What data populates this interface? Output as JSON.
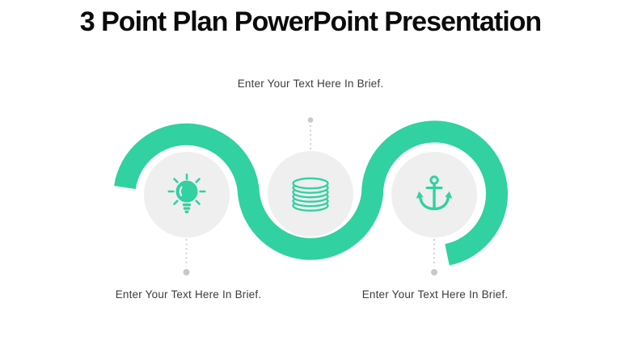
{
  "slide": {
    "title": "3 Point Plan PowerPoint Presentation",
    "colors": {
      "accent": "#31d1a1",
      "circle_bg": "#efefef",
      "dot_color": "#c9c9c9",
      "title_color": "#0b0b0b",
      "label_color": "#3d3d3d"
    },
    "points": [
      {
        "id": 1,
        "icon": "lightbulb-icon",
        "label": "Enter Your Text Here In Brief.",
        "label_position": "bottom-left"
      },
      {
        "id": 2,
        "icon": "coins-icon",
        "label": "Enter Your Text Here In Brief.",
        "label_position": "top-center"
      },
      {
        "id": 3,
        "icon": "anchor-icon",
        "label": "Enter Your Text Here In Brief.",
        "label_position": "bottom-right"
      }
    ]
  }
}
